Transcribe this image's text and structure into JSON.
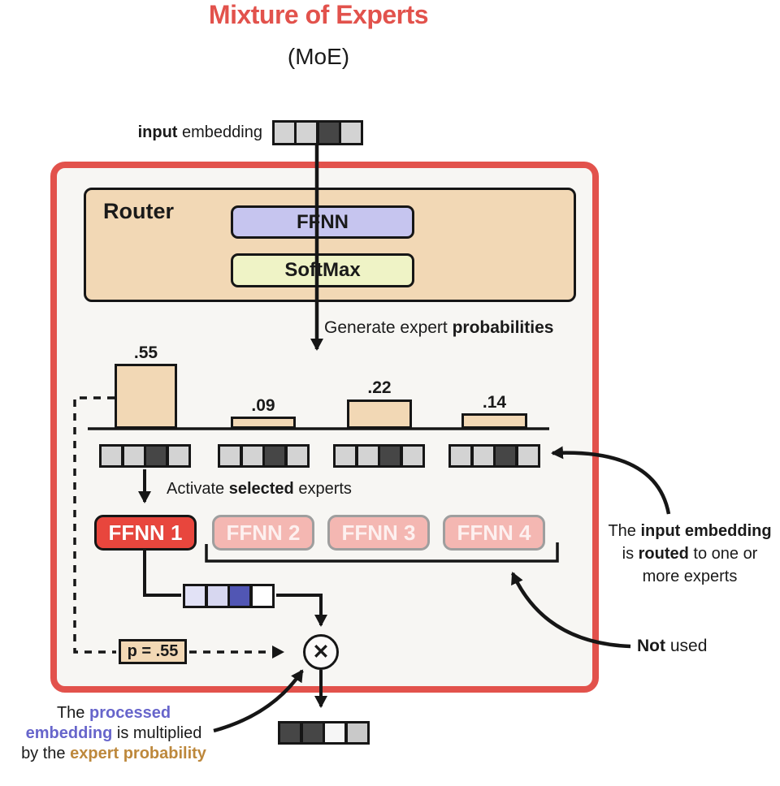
{
  "title": {
    "main": "Mixture of Experts",
    "sub": "(MoE)"
  },
  "colors": {
    "accent_red": "#e2524c",
    "expert_active_fill": "#e8463d",
    "expert_inactive_fill": "#f4b7b2",
    "router_fill": "#f2d8b5",
    "ffnn_fill": "#c6c5ef",
    "softmax_fill": "#eff3c6",
    "purple_text": "#6765cb",
    "orange_text": "#bd883c",
    "inner_bg": "#f7f6f3"
  },
  "input_label": {
    "bold": "input",
    "rest": " embedding"
  },
  "router": {
    "title": "Router",
    "ffnn": "FFNN",
    "softmax": "SoftMax"
  },
  "annotations": {
    "generate": {
      "a": "Generate expert ",
      "b": "probabilities"
    },
    "activate": {
      "a": "Activate ",
      "b": "selected",
      "c": " experts"
    },
    "routed": {
      "l1a": "The ",
      "l1b": "input embedding",
      "l2a": "is ",
      "l2b": "routed",
      "l2c": " to one or",
      "l3": "more experts"
    },
    "not_used": {
      "bold": "Not",
      "rest": " used"
    },
    "bottom": {
      "l1a": "The ",
      "l1b": "processed",
      "l2a": "embedding",
      "l2b": " is multiplied",
      "l3a": "by the ",
      "l3b": "expert probability"
    }
  },
  "probabilities": [
    {
      "expert": "FFNN 1",
      "label": ".55",
      "value": 0.55,
      "selected": true
    },
    {
      "expert": "FFNN 2",
      "label": ".09",
      "value": 0.09,
      "selected": false
    },
    {
      "expert": "FFNN 3",
      "label": ".22",
      "value": 0.22,
      "selected": false
    },
    {
      "expert": "FFNN 4",
      "label": ".14",
      "value": 0.14,
      "selected": false
    }
  ],
  "experts": [
    {
      "label": "FFNN 1"
    },
    {
      "label": "FFNN 2"
    },
    {
      "label": "FFNN 3"
    },
    {
      "label": "FFNN 4"
    }
  ],
  "p_box": {
    "label": "p = .55"
  },
  "multiply": {
    "symbol": "✕"
  },
  "palette": {
    "lightA": "#d3d3d3",
    "darkCell": "#464646",
    "lav1": "#e2e2f6",
    "lav2": "#d7d7f0",
    "blueCell": "#5156b4",
    "white": "#ffffff",
    "nearWhite": "#f6f6f6",
    "lightB": "#c9c9c9"
  },
  "embeddings": {
    "input": [
      "lightA",
      "lightA",
      "darkCell",
      "lightA"
    ],
    "row": [
      "lightA",
      "lightA",
      "darkCell",
      "lightA"
    ],
    "processed": [
      "lav1",
      "lav2",
      "blueCell",
      "white"
    ],
    "output": [
      "darkCell",
      "darkCell",
      "nearWhite",
      "lightB"
    ]
  }
}
